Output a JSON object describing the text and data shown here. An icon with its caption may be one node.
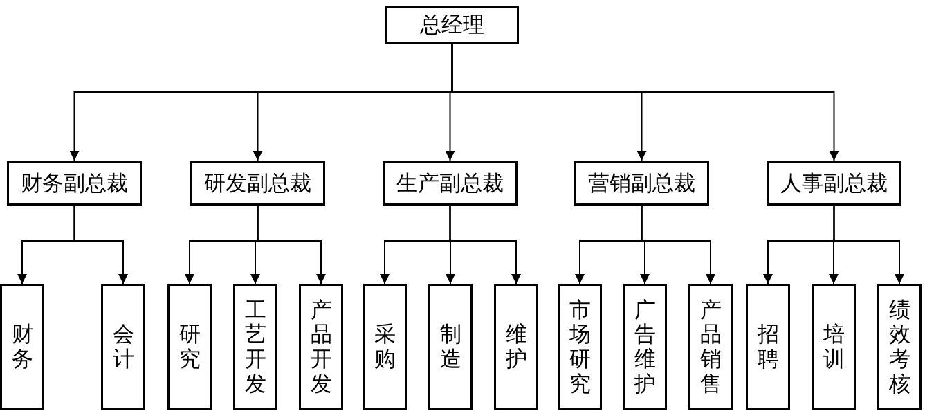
{
  "diagram": {
    "nodes": [
      {
        "text": [
          "总经理"
        ]
      },
      {
        "text": [
          "财务副总裁"
        ]
      },
      {
        "text": [
          "研发副总裁"
        ]
      },
      {
        "text": [
          "生产副总裁"
        ]
      },
      {
        "text": [
          "营销副总裁"
        ]
      },
      {
        "text": [
          "人事副总裁"
        ]
      },
      {
        "text": [
          "财务"
        ]
      },
      {
        "text": [
          "会计"
        ]
      },
      {
        "text": [
          "研究"
        ]
      },
      {
        "text": [
          "工艺开发"
        ]
      },
      {
        "text": [
          "产品开发"
        ]
      },
      {
        "text": [
          "采购"
        ]
      },
      {
        "text": [
          "制造"
        ]
      },
      {
        "text": [
          "维护"
        ]
      },
      {
        "text": [
          "市场研究"
        ]
      },
      {
        "text": [
          "广告维护"
        ]
      },
      {
        "text": [
          "产品销售"
        ]
      },
      {
        "text": [
          "招聘"
        ]
      },
      {
        "text": [
          "培训"
        ]
      },
      {
        "text": [
          "绩效考核"
        ]
      }
    ],
    "edges": [
      {
        "from": 0,
        "to": 1,
        "arrow": "to"
      },
      {
        "from": 0,
        "to": 2,
        "arrow": "to"
      },
      {
        "from": 0,
        "to": 3,
        "arrow": "to"
      },
      {
        "from": 0,
        "to": 4,
        "arrow": "to"
      },
      {
        "from": 0,
        "to": 5,
        "arrow": "to"
      },
      {
        "from": 1,
        "to": 6,
        "arrow": "to"
      },
      {
        "from": 1,
        "to": 7,
        "arrow": "to"
      },
      {
        "from": 2,
        "to": 8,
        "arrow": "to"
      },
      {
        "from": 2,
        "to": 9,
        "arrow": "to"
      },
      {
        "from": 2,
        "to": 10,
        "arrow": "to"
      },
      {
        "from": 3,
        "to": 11,
        "arrow": "to"
      },
      {
        "from": 3,
        "to": 12,
        "arrow": "to"
      },
      {
        "from": 3,
        "to": 13,
        "arrow": "to"
      },
      {
        "from": 4,
        "to": 14,
        "arrow": "to"
      },
      {
        "from": 4,
        "to": 15,
        "arrow": "to"
      },
      {
        "from": 4,
        "to": 16,
        "arrow": "to"
      },
      {
        "from": 5,
        "to": 17,
        "arrow": "to"
      },
      {
        "from": 5,
        "to": 18,
        "arrow": "to"
      },
      {
        "from": 5,
        "to": 19,
        "arrow": "to"
      }
    ]
  }
}
